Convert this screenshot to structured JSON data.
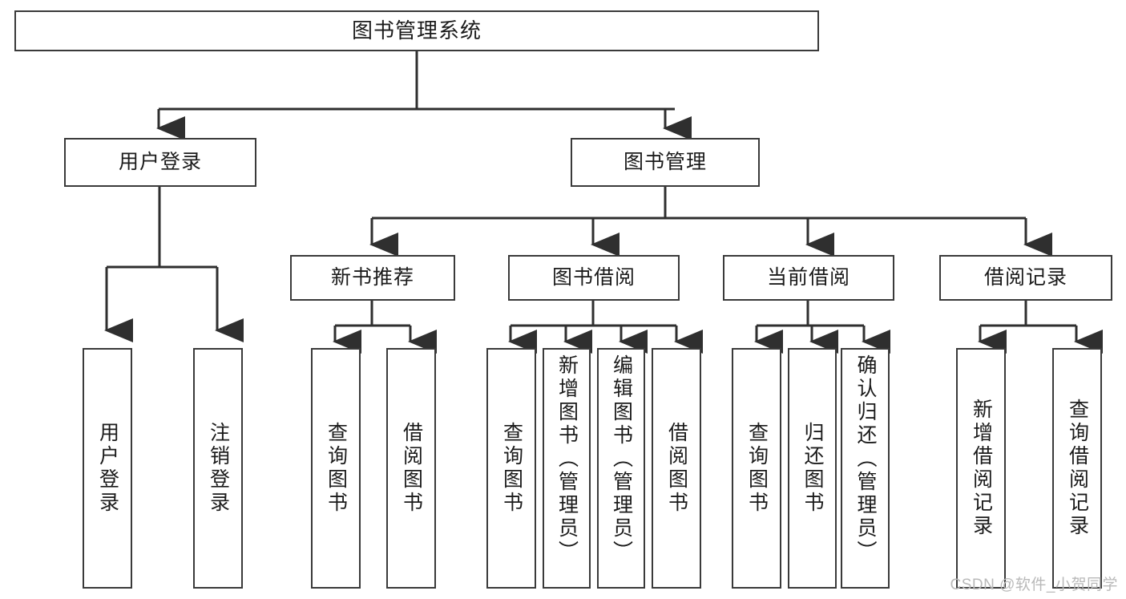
{
  "diagram": {
    "title": "图书管理系统",
    "type": "tree",
    "orientation": "top-down",
    "colors": {
      "node_border": "#3a3a3a",
      "node_fill": "#ffffff",
      "connector": "#2f2f2f",
      "text": "#1b1b1b",
      "watermark": "#b9b9b9",
      "background": "#ffffff"
    },
    "root": {
      "id": "root",
      "label": "图书管理系统"
    },
    "level1": [
      {
        "id": "l1-user-login",
        "label": "用户登录"
      },
      {
        "id": "l1-book-manage",
        "label": "图书管理"
      }
    ],
    "level2": [
      {
        "id": "l2-new-book",
        "label": "新书推荐",
        "parent": "l1-book-manage"
      },
      {
        "id": "l2-borrow",
        "label": "图书借阅",
        "parent": "l1-book-manage"
      },
      {
        "id": "l2-current",
        "label": "当前借阅",
        "parent": "l1-book-manage"
      },
      {
        "id": "l2-record",
        "label": "借阅记录",
        "parent": "l1-book-manage"
      }
    ],
    "leaves": [
      {
        "id": "leaf-user-login",
        "label": "用户登录",
        "parent": "l1-user-login"
      },
      {
        "id": "leaf-user-logout",
        "label": "注销登录",
        "parent": "l1-user-login"
      },
      {
        "id": "leaf-new-query",
        "label": "查询图书",
        "parent": "l2-new-book"
      },
      {
        "id": "leaf-new-borrow",
        "label": "借阅图书",
        "parent": "l2-new-book"
      },
      {
        "id": "leaf-bq-query",
        "label": "查询图书",
        "parent": "l2-borrow"
      },
      {
        "id": "leaf-bq-add",
        "label": "新增图书（管理员）",
        "parent": "l2-borrow"
      },
      {
        "id": "leaf-bq-edit",
        "label": "编辑图书（管理员）",
        "parent": "l2-borrow"
      },
      {
        "id": "leaf-bq-borrow",
        "label": "借阅图书",
        "parent": "l2-borrow"
      },
      {
        "id": "leaf-cur-query",
        "label": "查询图书",
        "parent": "l2-current"
      },
      {
        "id": "leaf-cur-return",
        "label": "归还图书",
        "parent": "l2-current"
      },
      {
        "id": "leaf-cur-confirm",
        "label": "确认归还（管理员）",
        "parent": "l2-current"
      },
      {
        "id": "leaf-rec-add",
        "label": "新增借阅记录",
        "parent": "l2-record"
      },
      {
        "id": "leaf-rec-query",
        "label": "查询借阅记录",
        "parent": "l2-record"
      }
    ],
    "watermark": "CSDN @软件_小贺同学"
  }
}
